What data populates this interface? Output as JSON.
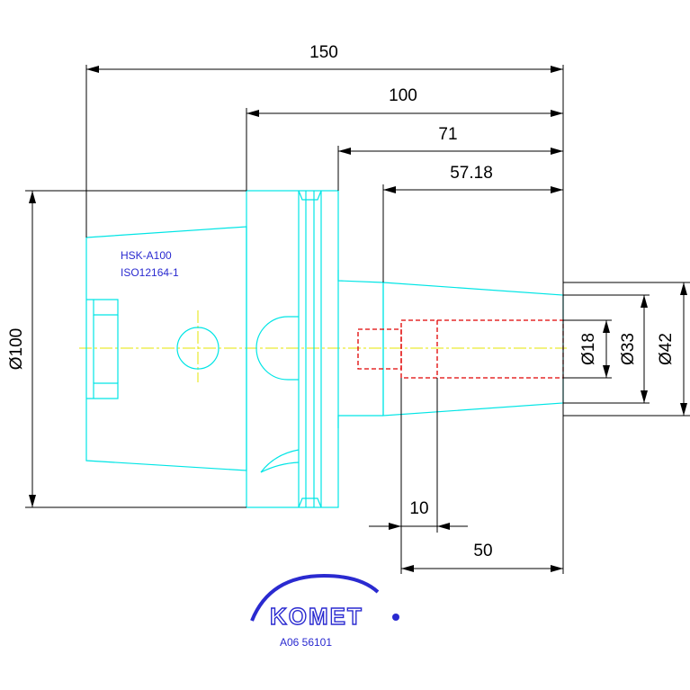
{
  "dimensions": {
    "overall_length": "150",
    "length_100": "100",
    "length_71": "71",
    "length_57": "57.18",
    "length_50": "50",
    "depth_10": "10",
    "dia_100": "Ø100",
    "dia_18": "Ø18",
    "dia_33": "Ø33",
    "dia_42": "Ø42"
  },
  "notes": {
    "standard_line1": "HSK-A100",
    "standard_line2": "ISO12164-1"
  },
  "brand": {
    "logo": "KOMET",
    "part_number": "A06 56101"
  },
  "colors": {
    "outline": "#00e5e5",
    "bore": "#e00000",
    "centerline": "#e6e600",
    "dimension": "#000000",
    "brand": "#2a2ad0"
  }
}
